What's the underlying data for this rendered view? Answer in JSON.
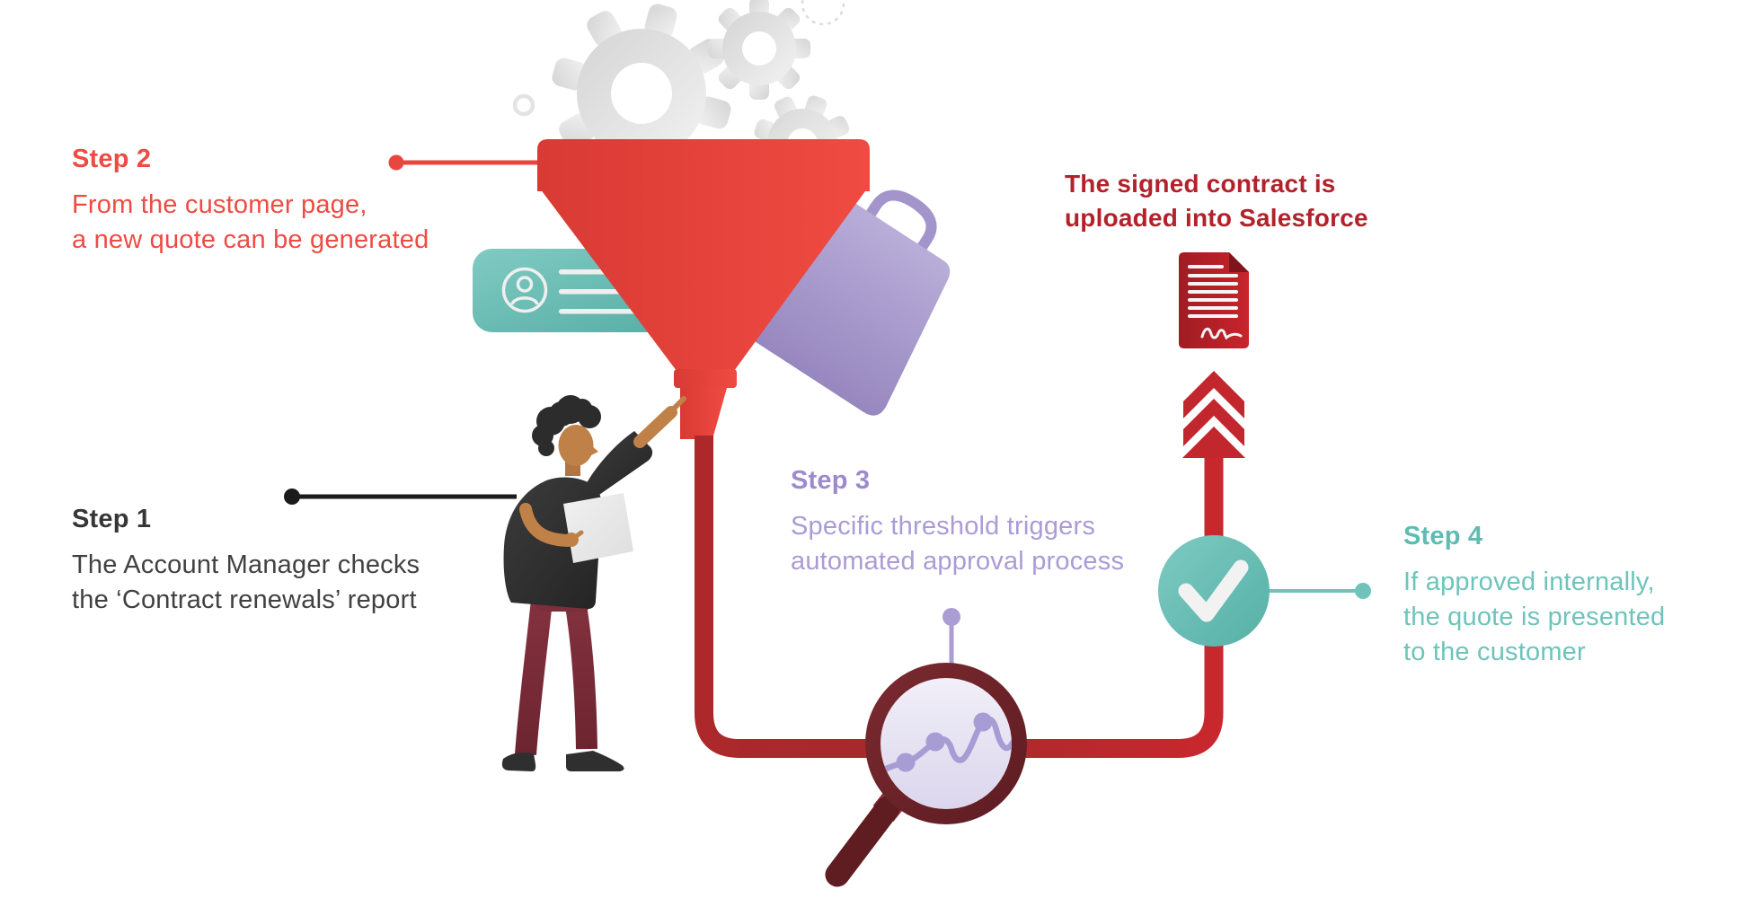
{
  "title": "Contract renewal quote process infographic",
  "steps": [
    {
      "label": "Step 1",
      "lines": [
        "The Account Manager checks",
        "the ‘Contract renewals’ report"
      ]
    },
    {
      "label": "Step 2",
      "lines": [
        "From the customer page,",
        "a new quote can be generated"
      ]
    },
    {
      "label": "Step 3",
      "lines": [
        "Specific threshold triggers",
        "automated approval process"
      ]
    },
    {
      "label": "Step 4",
      "lines": [
        "If approved internally,",
        "the quote is presented",
        "to the customer"
      ]
    }
  ],
  "callout": {
    "lines": [
      "The signed contract is",
      "uploaded into Salesforce"
    ]
  },
  "icons": [
    "gears-icon",
    "funnel-icon",
    "contact-card-icon",
    "shopping-bag-icon",
    "person-illustration",
    "magnifier-chart-icon",
    "check-circle-icon",
    "contract-document-icon",
    "up-arrows-icon"
  ],
  "palette": {
    "red": "#EE4B43",
    "funnel_red": "#E5423B",
    "dark_red_text": "#B2222B",
    "pipe_red_left": "#A9282B",
    "pipe_red_right": "#C9282D",
    "maroon": "#6B2127",
    "teal": "#6FC3BA",
    "purple": "#A592D1",
    "lavender": "#E7E3F4",
    "gear_gray": "#E0E0E0",
    "text_dark": "#3B3B3B"
  }
}
